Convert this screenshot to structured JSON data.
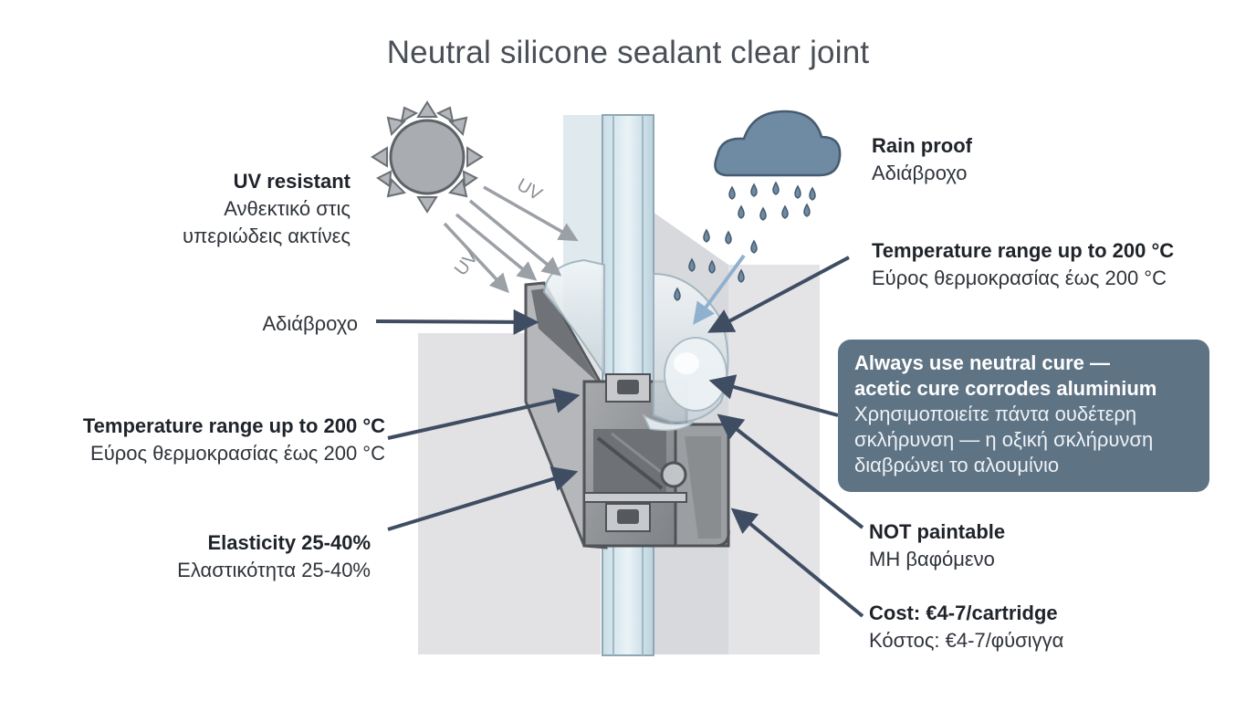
{
  "title": "Neutral silicone sealant clear  joint",
  "uv_marks": [
    "UV",
    "UV"
  ],
  "labels": {
    "uv_resistant": {
      "en": "UV resistant",
      "gr_line1": "Ανθεκτικό στις",
      "gr_line2": "υπεριώδεις ακτίνες"
    },
    "waterproof_left": {
      "gr": "Αδιάβροχο"
    },
    "temp_left": {
      "en": "Temperature range up to 200 °C",
      "gr": "Εύρος θερμοκρασίας έως 200 °C"
    },
    "elasticity": {
      "en": "Elasticity 25-40%",
      "gr": "Ελαστικότητα 25-40%"
    },
    "rain_proof": {
      "en": "Rain proof",
      "gr": "Αδιάβροχο"
    },
    "temp_right": {
      "en": "Temperature range up to 200 °C",
      "gr": "Εύρος θερμοκρασίας έως 200 °C"
    },
    "callout": {
      "en_line1": "Always use neutral cure —",
      "en_line2": "acetic cure corrodes aluminium",
      "gr_line1": "Χρησιμοποιείτε πάντα ουδέτερη",
      "gr_line2": "σκλήρυνση — η οξική σκλήρυνση",
      "gr_line3": "διαβρώνει το αλουμίνιο"
    },
    "not_paintable": {
      "en": "NOT paintable",
      "gr": "ΜΗ βαφόμενο"
    },
    "cost": {
      "en": "Cost: €4-7/cartridge",
      "gr": "Κόστος: €4-7/φύσιγγα"
    }
  },
  "icons": [
    "sun-icon",
    "rain-cloud-icon"
  ],
  "colors": {
    "callout_bg": "#5e7384",
    "cloud": "#6f8aa3",
    "drops": "#6f8aa3",
    "arrow": "#3f4d63",
    "uv_arrow": "#9aa0a6"
  }
}
